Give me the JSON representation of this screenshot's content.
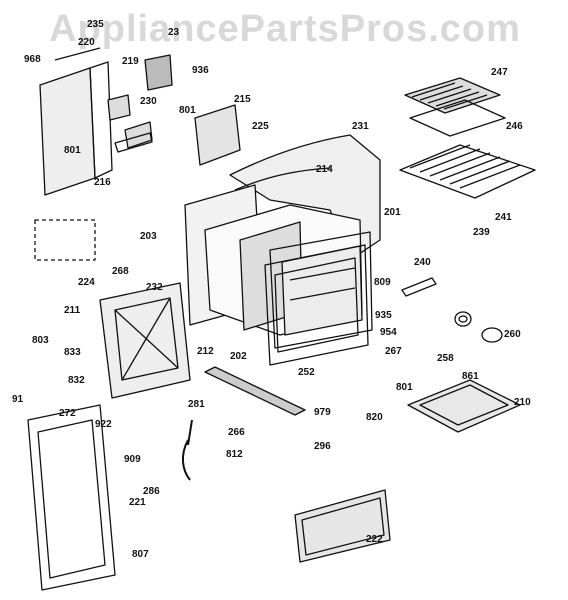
{
  "watermark": "AppliancePartsPros.com",
  "part_labels": [
    "235",
    "220",
    "968",
    "23",
    "219",
    "936",
    "801",
    "230",
    "215",
    "225",
    "231",
    "801",
    "216",
    "214",
    "201",
    "203",
    "268",
    "224",
    "211",
    "232",
    "809",
    "240",
    "935",
    "954",
    "267",
    "258",
    "861",
    "260",
    "212",
    "202",
    "252",
    "801",
    "803",
    "833",
    "832",
    "91",
    "922",
    "272",
    "281",
    "979",
    "820",
    "266",
    "812",
    "296",
    "909",
    "286",
    "221",
    "222",
    "807",
    "247",
    "246",
    "241",
    "239",
    "210"
  ]
}
